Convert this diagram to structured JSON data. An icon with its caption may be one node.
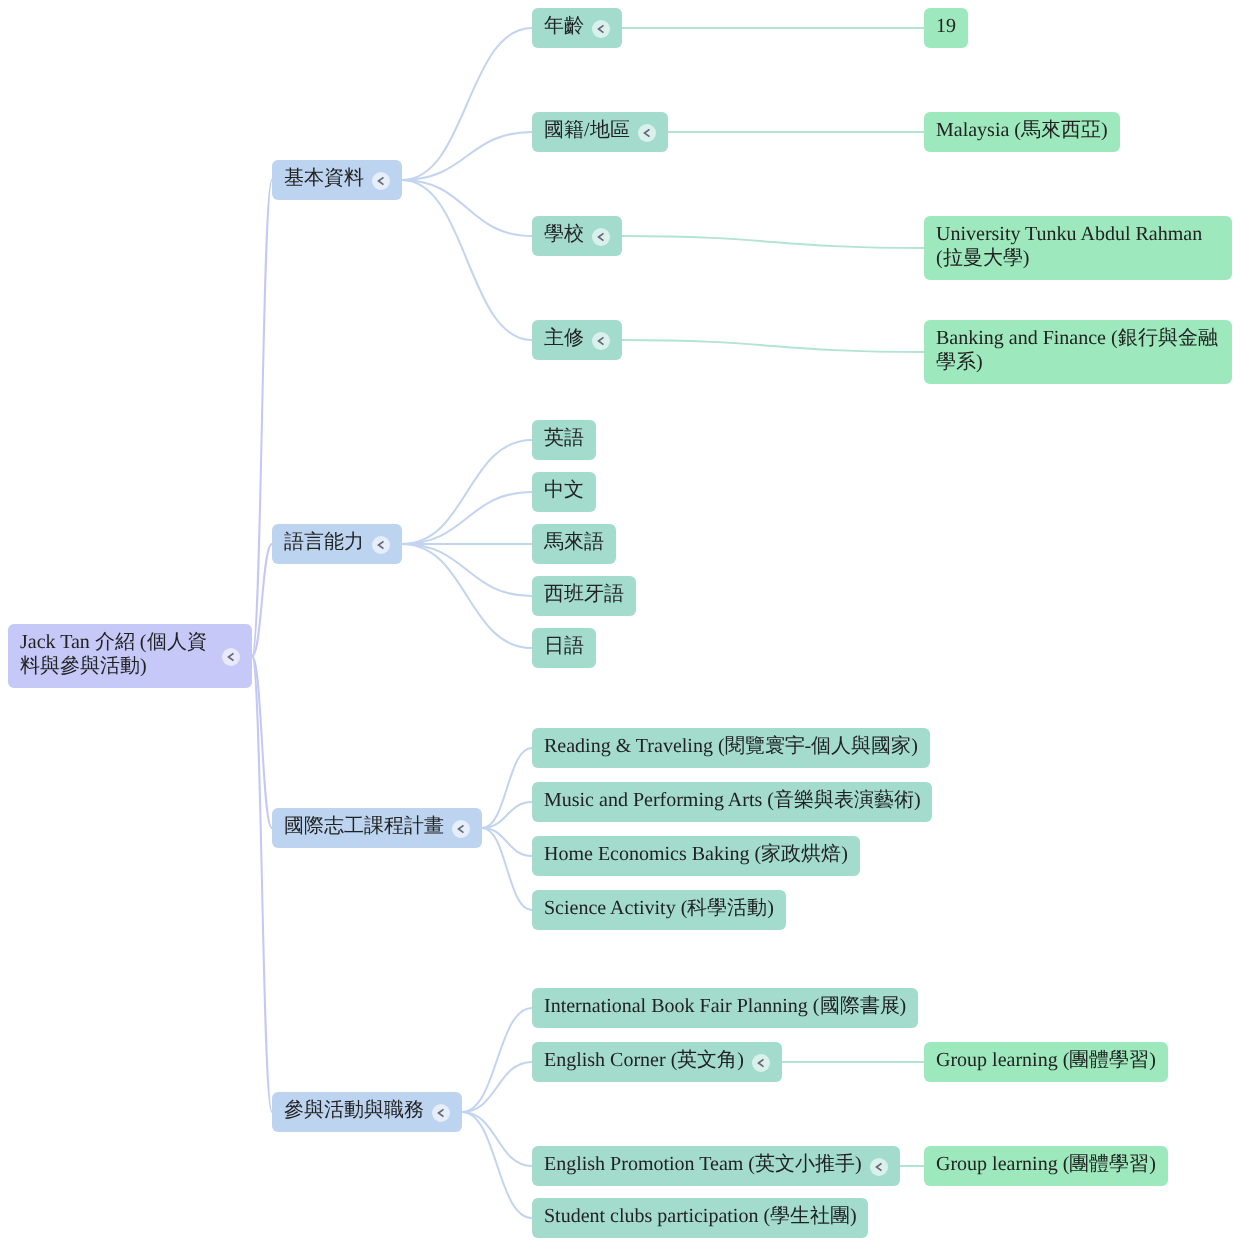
{
  "diagram": {
    "nodes": [
      {
        "text": [
          "Jack Tan 介紹 (個人資料與參與活動)"
        ]
      },
      {
        "text": [
          "基本資料"
        ]
      },
      {
        "text": [
          "年齡"
        ]
      },
      {
        "text": [
          "19"
        ]
      },
      {
        "text": [
          "國籍/地區"
        ]
      },
      {
        "text": [
          "Malaysia (馬來西亞)"
        ]
      },
      {
        "text": [
          "學校"
        ]
      },
      {
        "text": [
          "University Tunku Abdul Rahman (拉曼大學)"
        ]
      },
      {
        "text": [
          "主修"
        ]
      },
      {
        "text": [
          "Banking and Finance (銀行與金融學系)"
        ]
      },
      {
        "text": [
          "語言能力"
        ]
      },
      {
        "text": [
          "英語"
        ]
      },
      {
        "text": [
          "中文"
        ]
      },
      {
        "text": [
          "馬來語"
        ]
      },
      {
        "text": [
          "西班牙語"
        ]
      },
      {
        "text": [
          "日語"
        ]
      },
      {
        "text": [
          "國際志工課程計畫"
        ]
      },
      {
        "text": [
          "Reading & Traveling (閱覽寰宇-個人與國家)"
        ]
      },
      {
        "text": [
          "Music and Performing Arts (音樂與表演藝術)"
        ]
      },
      {
        "text": [
          "Home Economics Baking (家政烘焙)"
        ]
      },
      {
        "text": [
          "Science Activity (科學活動)"
        ]
      },
      {
        "text": [
          "參與活動與職務"
        ]
      },
      {
        "text": [
          "International Book Fair Planning (國際書展)"
        ]
      },
      {
        "text": [
          "English Corner (英文角)"
        ]
      },
      {
        "text": [
          "Group learning (團體學習)"
        ]
      },
      {
        "text": [
          "English Promotion Team (英文小推手)"
        ]
      },
      {
        "text": [
          "Group learning (團體學習)"
        ]
      },
      {
        "text": [
          "Student clubs participation (學生社團)"
        ]
      }
    ],
    "edges": [
      {
        "from": 0,
        "to": 1,
        "arrow": "none",
        "color": "#c5c8f5"
      },
      {
        "from": 0,
        "to": 10,
        "arrow": "none",
        "color": "#c5c8f5"
      },
      {
        "from": 0,
        "to": 16,
        "arrow": "none",
        "color": "#c5c8f5"
      },
      {
        "from": 0,
        "to": 21,
        "arrow": "none",
        "color": "#c5c8f5"
      },
      {
        "from": 1,
        "to": 2,
        "arrow": "none"
      },
      {
        "from": 1,
        "to": 4,
        "arrow": "none"
      },
      {
        "from": 1,
        "to": 6,
        "arrow": "none"
      },
      {
        "from": 1,
        "to": 8,
        "arrow": "none"
      },
      {
        "from": 2,
        "to": 3,
        "arrow": "none",
        "color": "#b3e3d4"
      },
      {
        "from": 4,
        "to": 5,
        "arrow": "none",
        "color": "#b3e3d4"
      },
      {
        "from": 6,
        "to": 7,
        "arrow": "none",
        "color": "#b3e3d4"
      },
      {
        "from": 8,
        "to": 9,
        "arrow": "none",
        "color": "#b3e3d4"
      },
      {
        "from": 10,
        "to": 11,
        "arrow": "none"
      },
      {
        "from": 10,
        "to": 12,
        "arrow": "none"
      },
      {
        "from": 10,
        "to": 13,
        "arrow": "none"
      },
      {
        "from": 10,
        "to": 14,
        "arrow": "none"
      },
      {
        "from": 10,
        "to": 15,
        "arrow": "none"
      },
      {
        "from": 16,
        "to": 17,
        "arrow": "none"
      },
      {
        "from": 16,
        "to": 18,
        "arrow": "none"
      },
      {
        "from": 16,
        "to": 19,
        "arrow": "none"
      },
      {
        "from": 16,
        "to": 20,
        "arrow": "none"
      },
      {
        "from": 21,
        "to": 22,
        "arrow": "none"
      },
      {
        "from": 21,
        "to": 23,
        "arrow": "none"
      },
      {
        "from": 21,
        "to": 25,
        "arrow": "none"
      },
      {
        "from": 21,
        "to": 27,
        "arrow": "none"
      },
      {
        "from": 23,
        "to": 24,
        "arrow": "none",
        "color": "#b3e3d4"
      },
      {
        "from": 25,
        "to": 26,
        "arrow": "none",
        "color": "#b3e3d4"
      }
    ]
  }
}
